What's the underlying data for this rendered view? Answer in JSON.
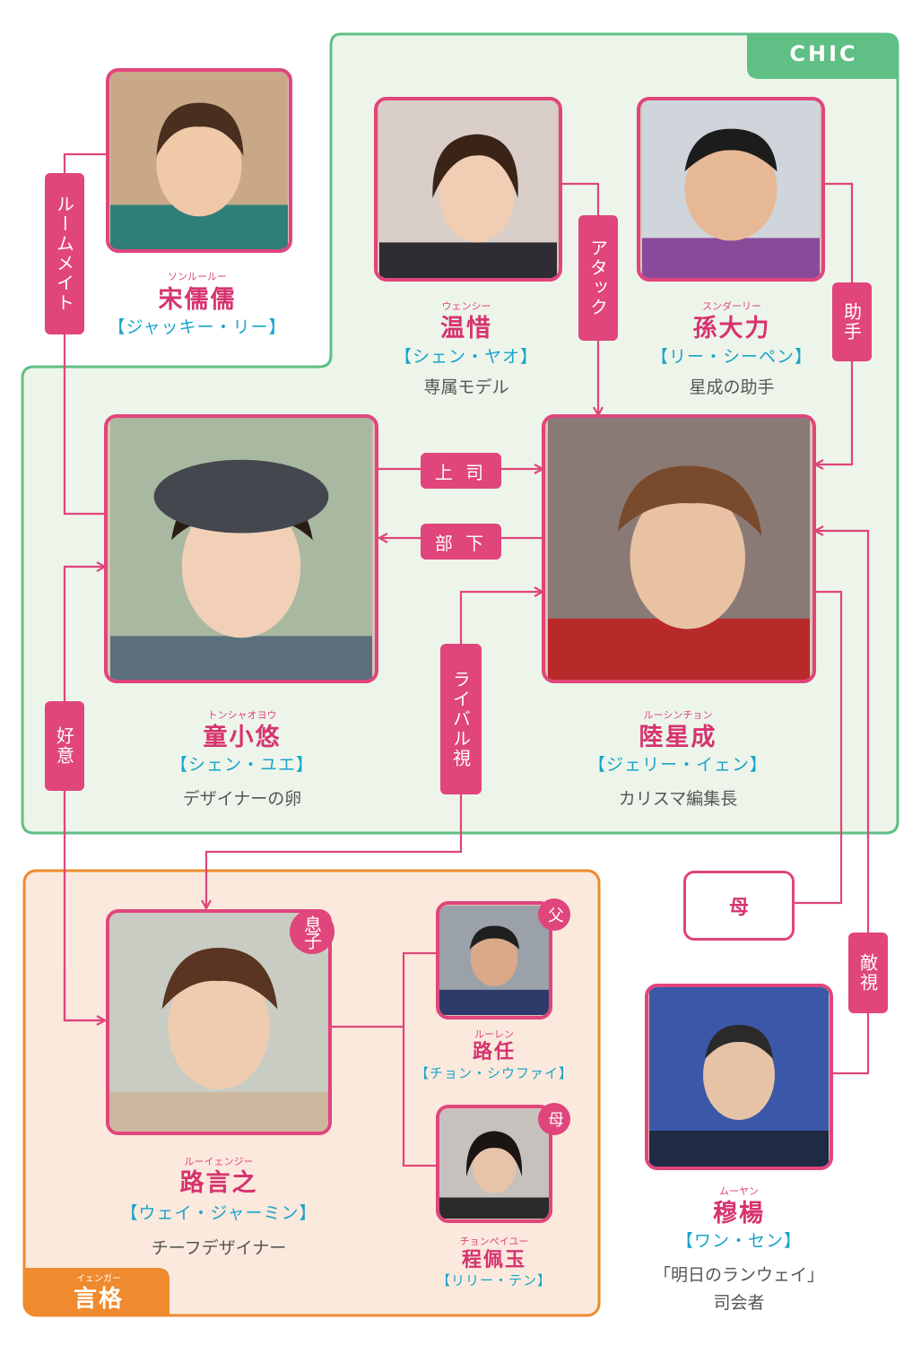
{
  "groups": {
    "chic": {
      "label": "CHIC",
      "color": "#5fbf85"
    },
    "yange": {
      "label": "言格",
      "ruby": "イェンガー",
      "color": "#ef8a2e"
    }
  },
  "characters": {
    "song": {
      "ruby": "ソンルールー",
      "name": "宋儒儒",
      "actor": "【ジャッキー・リー】"
    },
    "wen": {
      "ruby": "ウェンシー",
      "name": "温惜",
      "actor": "【シェン・ヤオ】",
      "role": "専属モデル"
    },
    "sun": {
      "ruby": "スンダーリー",
      "name": "孫大力",
      "actor": "【リー・シーペン】",
      "role": "星成の助手"
    },
    "tong": {
      "ruby": "トンシャオヨウ",
      "name": "童小悠",
      "actor": "【シェン・ユエ】",
      "role": "デザイナーの卵"
    },
    "lu": {
      "ruby": "ルーシンチョン",
      "name": "陸星成",
      "actor": "【ジェリー・イェン】",
      "role": "カリスマ編集長"
    },
    "luyan": {
      "ruby": "ルーイェンジー",
      "name": "路言之",
      "actor": "【ウェイ・ジャーミン】",
      "role": "チーフデザイナー",
      "badge": "息子"
    },
    "luren": {
      "ruby": "ルーレン",
      "name": "路任",
      "actor": "【チョン・シウファイ】",
      "badge": "父"
    },
    "cheng": {
      "ruby": "チョンペイユー",
      "name": "程佩玉",
      "actor": "【リリー・テン】",
      "badge": "母"
    },
    "mu": {
      "ruby": "ムーヤン",
      "name": "穆楊",
      "actor": "【ワン・セン】",
      "role1": "「明日のランウェイ」",
      "role2": "司会者"
    }
  },
  "relations": {
    "roommate": "ルームメイト",
    "attack": "アタック",
    "assistant": "助手",
    "boss": "上 司",
    "subordinate": "部 下",
    "rival": "ライバル視",
    "goodwill": "好意",
    "enmity": "敵視",
    "mother": "母"
  },
  "colors": {
    "accent": "#e0457b",
    "actor": "#1aa4c8",
    "chic_bg": "#edf5ea",
    "yange_bg": "#fbe9dd"
  }
}
